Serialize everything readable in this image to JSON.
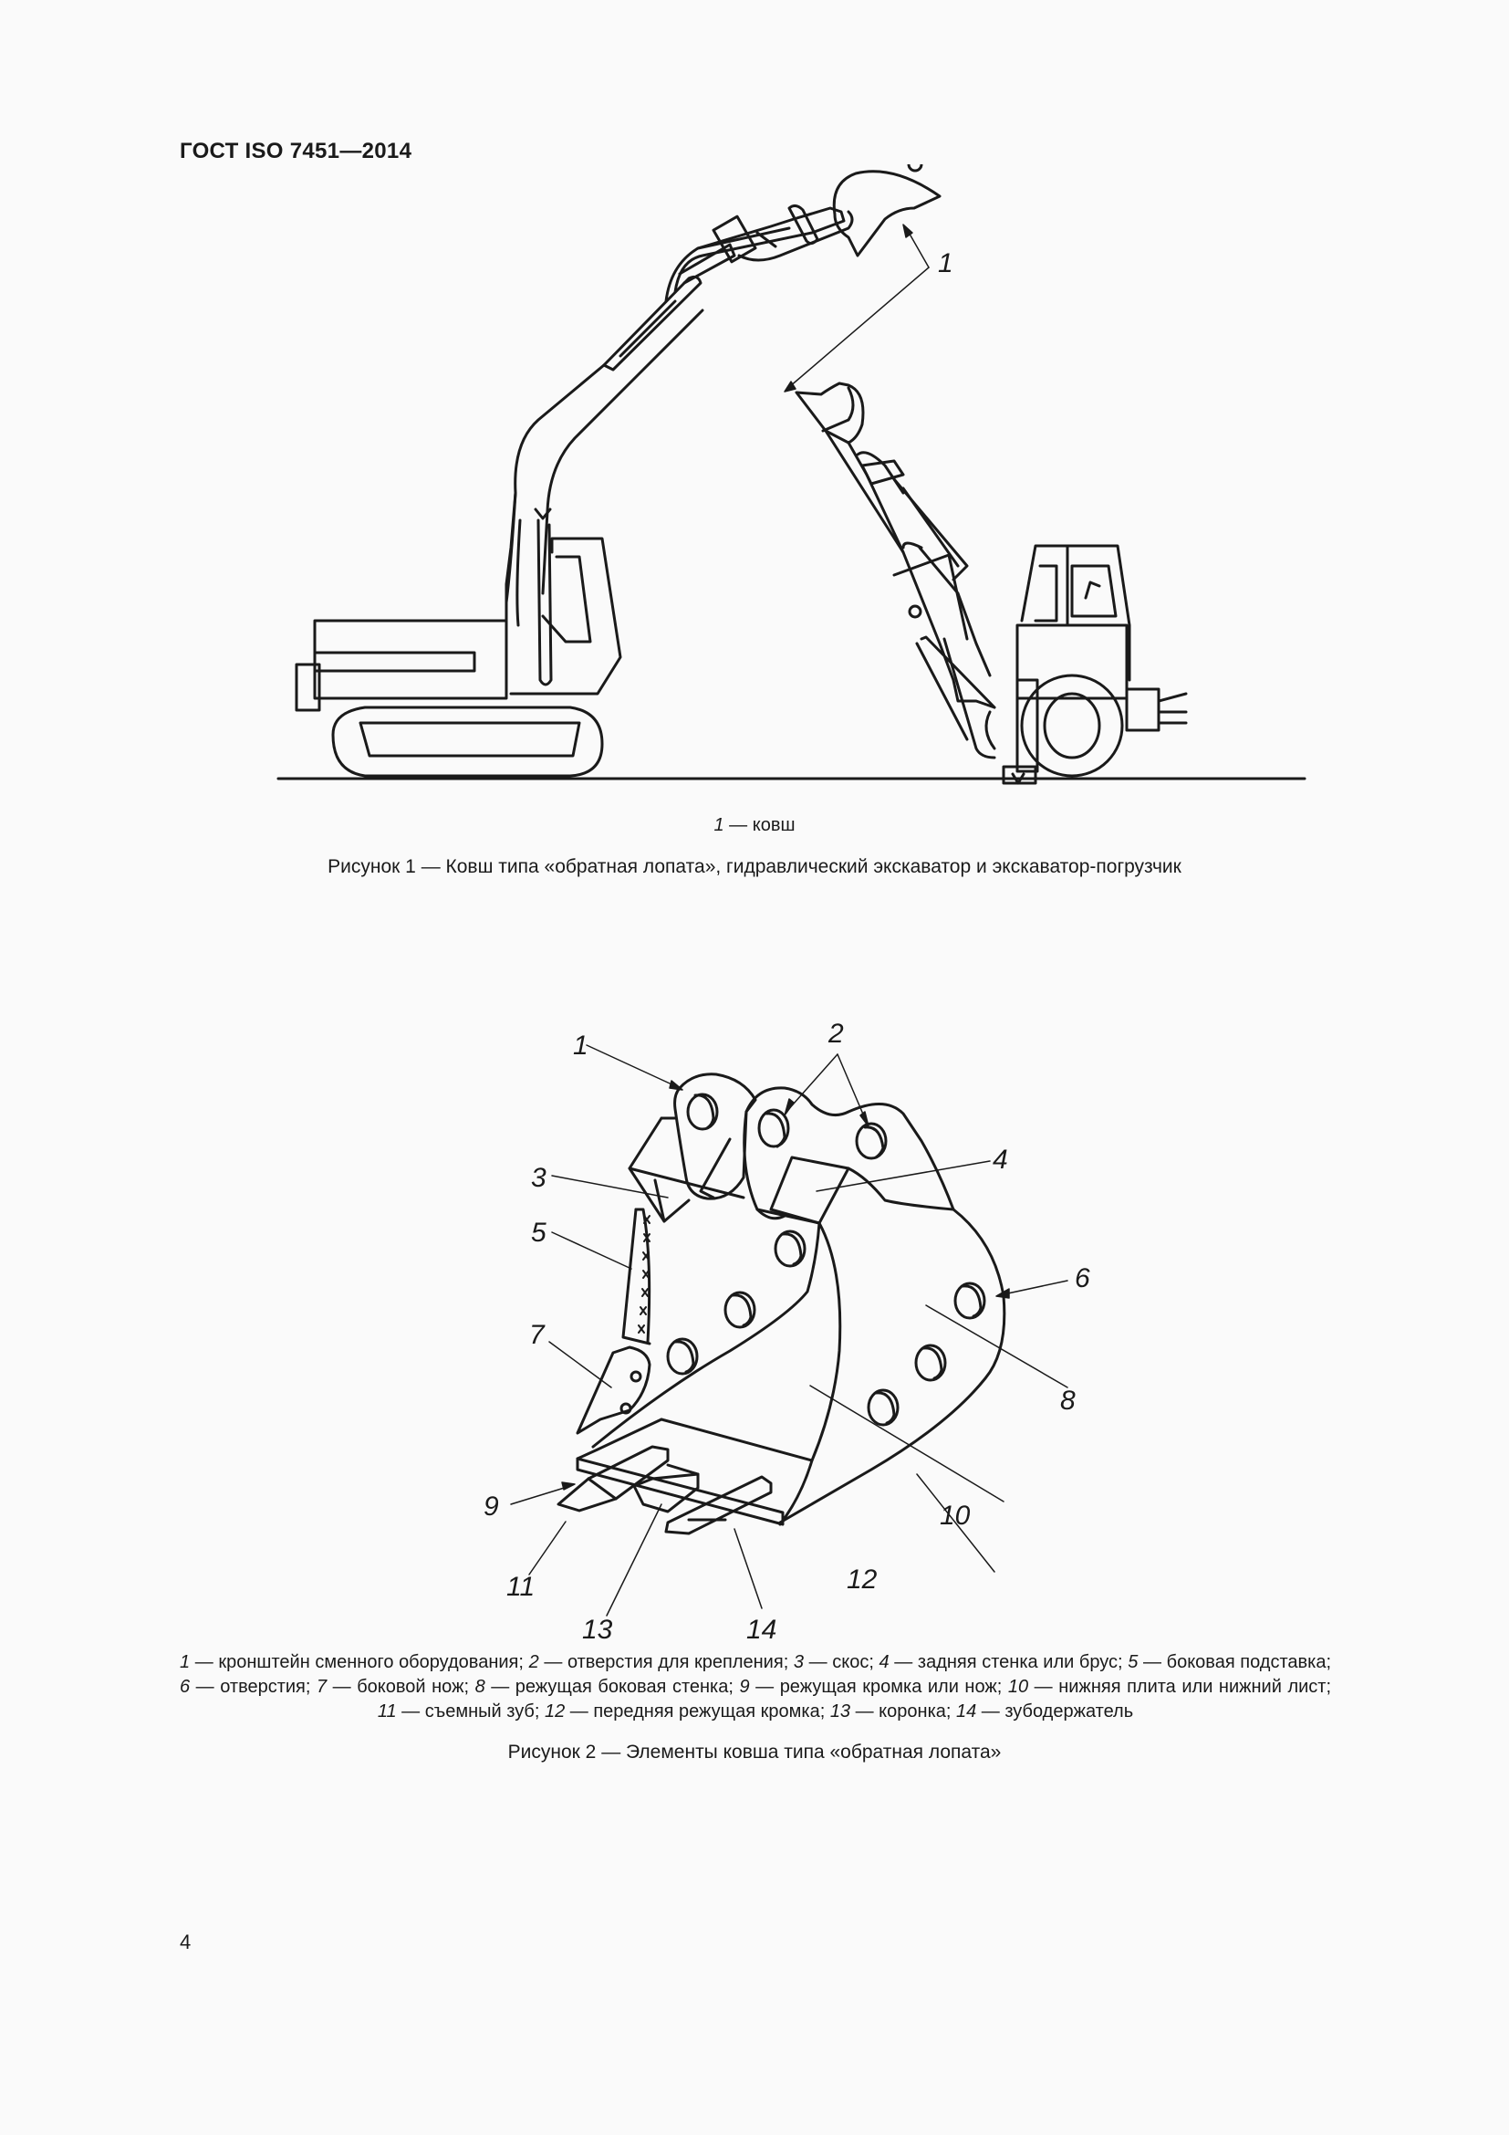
{
  "header": {
    "title": "ГОСТ ISO 7451—2014"
  },
  "figure1": {
    "callouts": [
      {
        "num": "1"
      }
    ],
    "legend": {
      "num": "1",
      "text": " — ковш"
    },
    "caption": "Рисунок 1 — Ковш типа «обратная лопата», гидравлический экскаватор и экскаватор-погрузчик"
  },
  "figure2": {
    "callouts": {
      "c1": "1",
      "c2": "2",
      "c3": "3",
      "c4": "4",
      "c5": "5",
      "c6": "6",
      "c7": "7",
      "c8": "8",
      "c9": "9",
      "c10": "10",
      "c11": "11",
      "c12": "12",
      "c13": "13",
      "c14": "14"
    },
    "legend": [
      {
        "num": "1",
        "text": " — кронштейн сменного оборудования; "
      },
      {
        "num": "2",
        "text": " — отверстия для крепления; "
      },
      {
        "num": "3",
        "text": " — скос; "
      },
      {
        "num": "4",
        "text": " — задняя стенка или брус; "
      },
      {
        "num": "5",
        "text": " — боковая подставка; "
      },
      {
        "num": "6",
        "text": " — отверстия; "
      },
      {
        "num": "7",
        "text": " — боковой нож; "
      },
      {
        "num": "8",
        "text": " — режущая боковая стенка; "
      },
      {
        "num": "9",
        "text": " — режущая кромка или нож; "
      },
      {
        "num": "10",
        "text": " — нижняя плита или нижний лист; "
      },
      {
        "num": "11",
        "text": " — съемный зуб; "
      },
      {
        "num": "12",
        "text": " — передняя режущая кромка; "
      },
      {
        "num": "13",
        "text": " — коронка; "
      },
      {
        "num": "14",
        "text": " — зубодержатель"
      }
    ],
    "caption": "Рисунок 2 — Элементы ковша типа «обратная лопата»"
  },
  "footer": {
    "page_number": "4"
  }
}
